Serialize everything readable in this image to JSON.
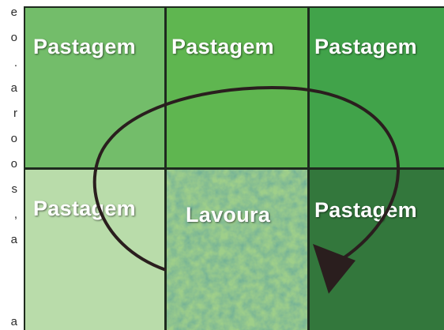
{
  "side_text_fragments": [
    "e",
    "o",
    ".",
    "a",
    "r",
    "o",
    "o",
    "s",
    ",",
    "a",
    "",
    "a"
  ],
  "cells": [
    {
      "label": "Pastagem",
      "color": "#73bd6a"
    },
    {
      "label": "Pastagem",
      "color": "#5fb650"
    },
    {
      "label": "Pastagem",
      "color": "#41a34a"
    },
    {
      "label": "Pastagem",
      "color": "#b9dcaa"
    },
    {
      "label": "Lavoura",
      "color": "#3b7b55"
    },
    {
      "label": "Pastagem",
      "color": "#33773c"
    }
  ],
  "colors": {
    "grid_lines": "#1e2a1e",
    "cycle_arrow": "#2a1e1e",
    "label_text": "#ffffff"
  }
}
